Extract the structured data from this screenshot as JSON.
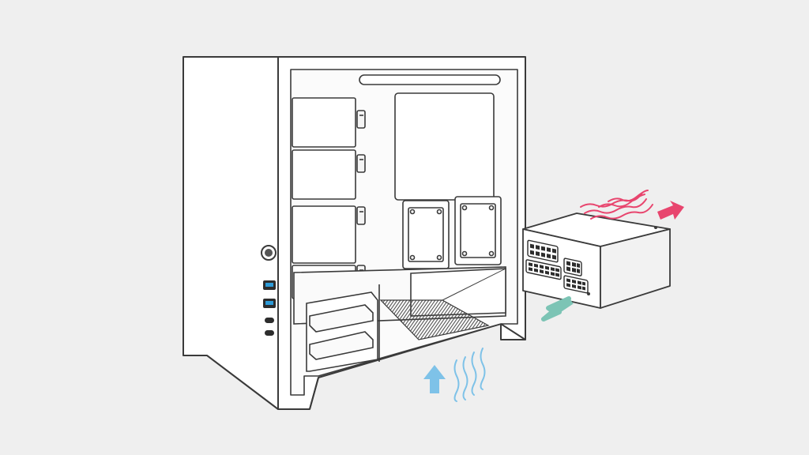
{
  "scene": {
    "subject": "pc-case-psu-airflow",
    "labels": []
  },
  "colors": {
    "background": "#efefef",
    "panel": "#ffffff",
    "panel_shade": "#f4f4f4",
    "outline": "#3a3a3a",
    "connector": "#2d2d2d",
    "usb_accent": "#2d9bd8",
    "hot_air": "#e8456e",
    "cool_air": "#7ec2e8",
    "exhaust_air": "#7cc4b5"
  },
  "icons": {
    "intake_arrow": "arrow-up-icon",
    "hot_exhaust_arrow": "arrow-right-icon",
    "psu_exhaust_arrow": "arrow-down-left-icon",
    "power_button": "power-button-icon"
  },
  "airflow": {
    "intake": {
      "direction": "up",
      "waves": 4
    },
    "psu_hot_exhaust": {
      "direction": "right",
      "waves": 5
    },
    "psu_side_exhaust": {
      "direction": "down-left"
    }
  },
  "case": {
    "drive_bays_upper": 4,
    "ssd_mounts": 2,
    "hdd_cage_slots": 2,
    "front_io_ports": 4
  },
  "psu": {
    "connector_groups": 4
  }
}
